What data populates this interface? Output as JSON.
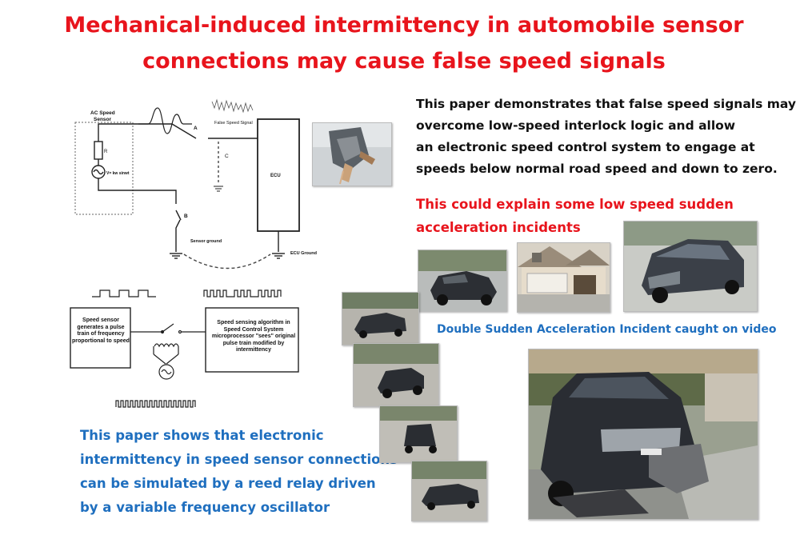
{
  "title": {
    "line1": "Mechanical-induced intermittency in automobile sensor",
    "line2": "connections may cause false speed signals"
  },
  "intro_paragraph": {
    "lines": [
      "This paper demonstrates that  false speed signals may",
      "overcome low-speed  interlock logic and allow",
      "an electronic  speed control system to engage at",
      "speeds below normal road speed and down to zero."
    ]
  },
  "red_paragraph": {
    "lines": [
      "This could explain some low speed sudden",
      "acceleration incidents"
    ]
  },
  "video_caption": "Double Sudden Acceleration Incident  caught on video",
  "blue_paragraph": {
    "lines": [
      "This paper shows that electronic",
      "intermittency in speed sensor connections",
      "can be simulated by a reed relay driven",
      "by a variable frequency oscillator"
    ]
  },
  "circuit_diagram": {
    "sensor_label_1": "AC Speed",
    "sensor_label_2": "Sensor",
    "resistor_label": "R",
    "source_label": "V= kw sinwt",
    "point_a": "A",
    "point_b": "B",
    "point_c": "C",
    "false_signal_label": "False Speed Signal",
    "ecu_label": "ECU",
    "sensor_ground_label": "Sensor ground",
    "ecu_ground_label": "ECU Ground"
  },
  "pulse_diagram": {
    "sensor_box_text": "Speed sensor generates a pulse train of frequency proportional to speed",
    "algorithm_box_text": "Speed sensing algorithm in Speed Control System microprocessor \"sees\" original pulse train modified by intermittency"
  },
  "colors": {
    "title_red": "#e8141c",
    "caption_blue": "#1f6fbf",
    "text_black": "#111111"
  }
}
